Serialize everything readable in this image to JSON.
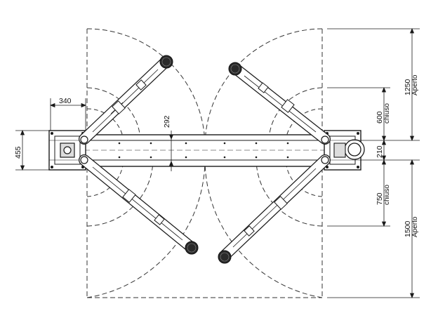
{
  "diagram": {
    "colors": {
      "line": "#1a1a1a",
      "pad": "#2a2a2a",
      "dash": "#333333"
    },
    "dimensions": {
      "arm_width": "340",
      "column_width": "455",
      "beam_gap": "292",
      "gap_right": "210",
      "short_closed": {
        "value": "600",
        "label": "chiuso"
      },
      "short_open": {
        "value": "1250",
        "label": "Aperto"
      },
      "long_closed": {
        "value": "750",
        "label": "chiuso"
      },
      "long_open": {
        "value": "1500",
        "label": "Aperto"
      }
    },
    "icons": [
      "column-left-icon",
      "column-right-icon",
      "lift-arm-icon",
      "lift-pad-icon"
    ]
  }
}
